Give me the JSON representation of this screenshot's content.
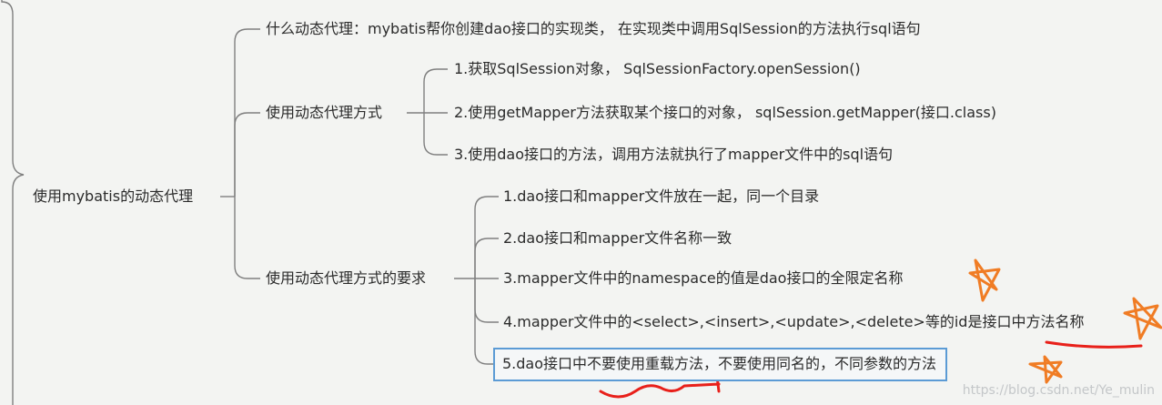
{
  "root": {
    "label": "使用mybatis的动态代理"
  },
  "branches": {
    "what": "什么动态代理：mybatis帮你创建dao接口的实现类， 在实现类中调用SqlSession的方法执行sql语句",
    "method": "使用动态代理方式",
    "requirements": "使用动态代理方式的要求"
  },
  "method_steps": [
    "1.获取SqlSession对象，  SqlSessionFactory.openSession()",
    "2.使用getMapper方法获取某个接口的对象， sqlSession.getMapper(接口.class)",
    "3.使用dao接口的方法，调用方法就执行了mapper文件中的sql语句"
  ],
  "requirement_items": [
    "1.dao接口和mapper文件放在一起，同一个目录",
    "2.dao接口和mapper文件名称一致",
    "3.mapper文件中的namespace的值是dao接口的全限定名称",
    "4.mapper文件中的<select>,<insert>,<update>,<delete>等的id是接口中方法名称",
    "5.dao接口中不要使用重载方法，不要使用同名的，不同参数的方法"
  ],
  "watermark": "https://blog.csdn.net/Ye_mulin",
  "colors": {
    "line": "#7f7f7f",
    "highlight_border": "#5b9bd5",
    "annotation_orange": "#f07c24",
    "annotation_red": "#e8201a"
  }
}
